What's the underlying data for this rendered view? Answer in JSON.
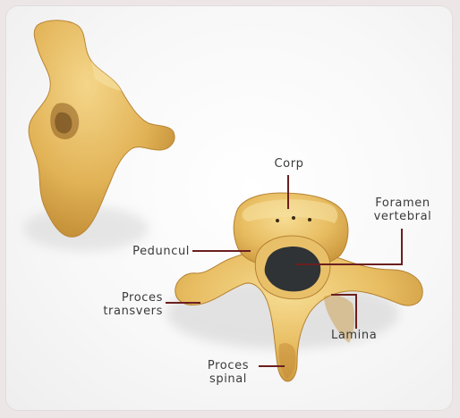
{
  "labels": {
    "corp": "Corp",
    "foramen_line1": "Foramen",
    "foramen_line2": "vertebral",
    "peduncul": "Peduncul",
    "proces_transvers_line1": "Proces",
    "proces_transvers_line2": "transvers",
    "lamina": "Lamina",
    "proces_spinal_line1": "Proces",
    "proces_spinal_line2": "spinal"
  },
  "colors": {
    "bone_light": "#f1d080",
    "bone_mid": "#e3b75a",
    "bone_dark": "#c9943a",
    "foramen": "#2f3336",
    "leader_line": "#6b1f1f",
    "label_text": "#3a3a3a"
  }
}
